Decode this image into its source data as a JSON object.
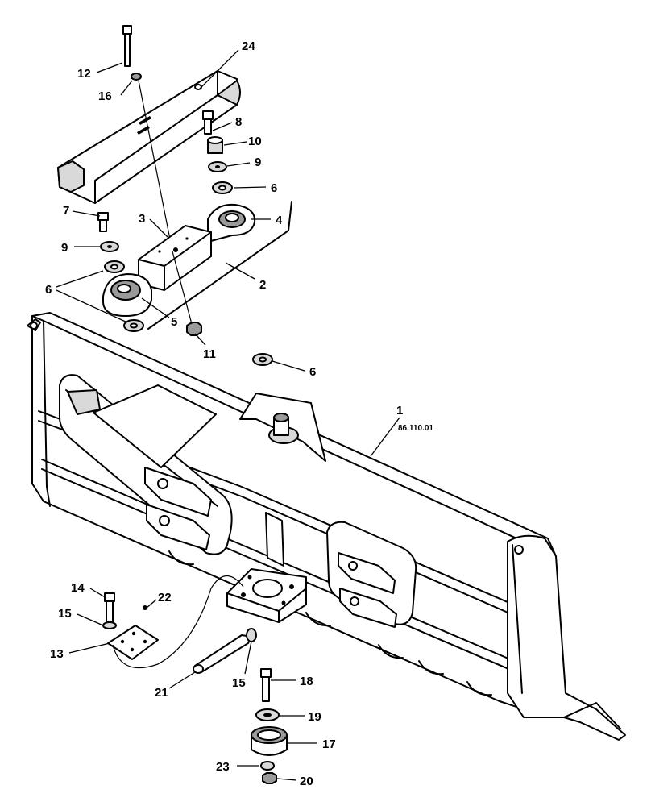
{
  "callouts": {
    "c1": "1",
    "c1_ref": "86.110.01",
    "c2": "2",
    "c3": "3",
    "c4": "4",
    "c5": "5",
    "c6a": "6",
    "c6b": "6",
    "c6c": "6",
    "c7": "7",
    "c8": "8",
    "c9a": "9",
    "c9b": "9",
    "c10": "10",
    "c11": "11",
    "c12": "12",
    "c13": "13",
    "c14": "14",
    "c15a": "15",
    "c15b": "15",
    "c16": "16",
    "c17": "17",
    "c18": "18",
    "c19": "19",
    "c20": "20",
    "c21": "21",
    "c22": "22",
    "c23": "23",
    "c24": "24"
  }
}
